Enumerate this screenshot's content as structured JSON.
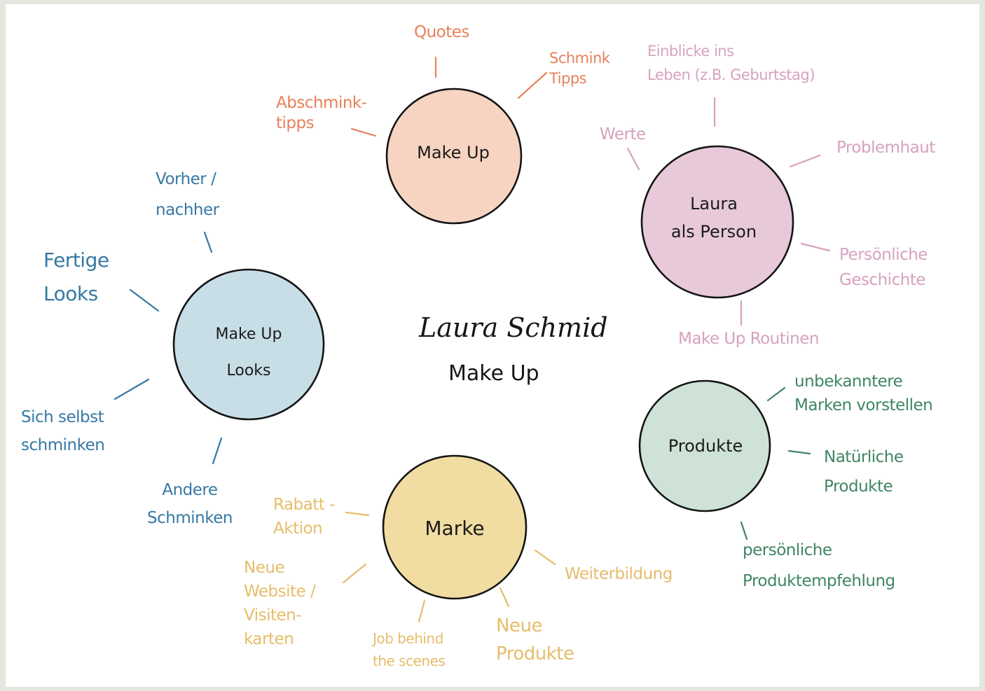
{
  "title": "Laura Schmid",
  "subtitle": "Make Up",
  "colors": {
    "orange": "#e8805a",
    "pink": "#d6a2be",
    "blue": "#3579a3",
    "green": "#3f8563",
    "yellow": "#e5bd6a",
    "fill_orange": "#f6cdb6",
    "fill_pink": "#e4bfd2",
    "fill_blue": "#bed8e3",
    "fill_green": "#c6ddd0",
    "fill_yellow": "#efd692"
  },
  "nodes": [
    {
      "id": "makeup",
      "label": "Make Up",
      "color": "orange",
      "branches": [
        "Quotes",
        "Schmink\nTipps",
        "Abschmink-\ntipps"
      ]
    },
    {
      "id": "person",
      "label": "Laura\nals Person",
      "color": "pink",
      "branches": [
        "Einblicke ins\nLeben (z.B. Geburtstag)",
        "Werte",
        "Problemhaut",
        "Persönliche\nGeschichte",
        "Make Up Routinen"
      ]
    },
    {
      "id": "looks",
      "label": "Make Up\nLooks",
      "color": "blue",
      "branches": [
        "Vorher /\nnachher",
        "Fertige\nLooks",
        "Sich selbst\nschminken",
        "Andere\nSchminken"
      ]
    },
    {
      "id": "produkte",
      "label": "Produkte",
      "color": "green",
      "branches": [
        "unbekanntere\nMarken vorstellen",
        "Natürliche\nProdukte",
        "persönliche\nProduktempfehlung"
      ]
    },
    {
      "id": "marke",
      "label": "Marke",
      "color": "yellow",
      "branches": [
        "Rabatt -\nAktion",
        "Neue\nWebsite /\nVisiten-\nkarten",
        "Job behind\nthe scenes",
        "Neue\nProdukte",
        "Weiterbildung"
      ]
    }
  ]
}
